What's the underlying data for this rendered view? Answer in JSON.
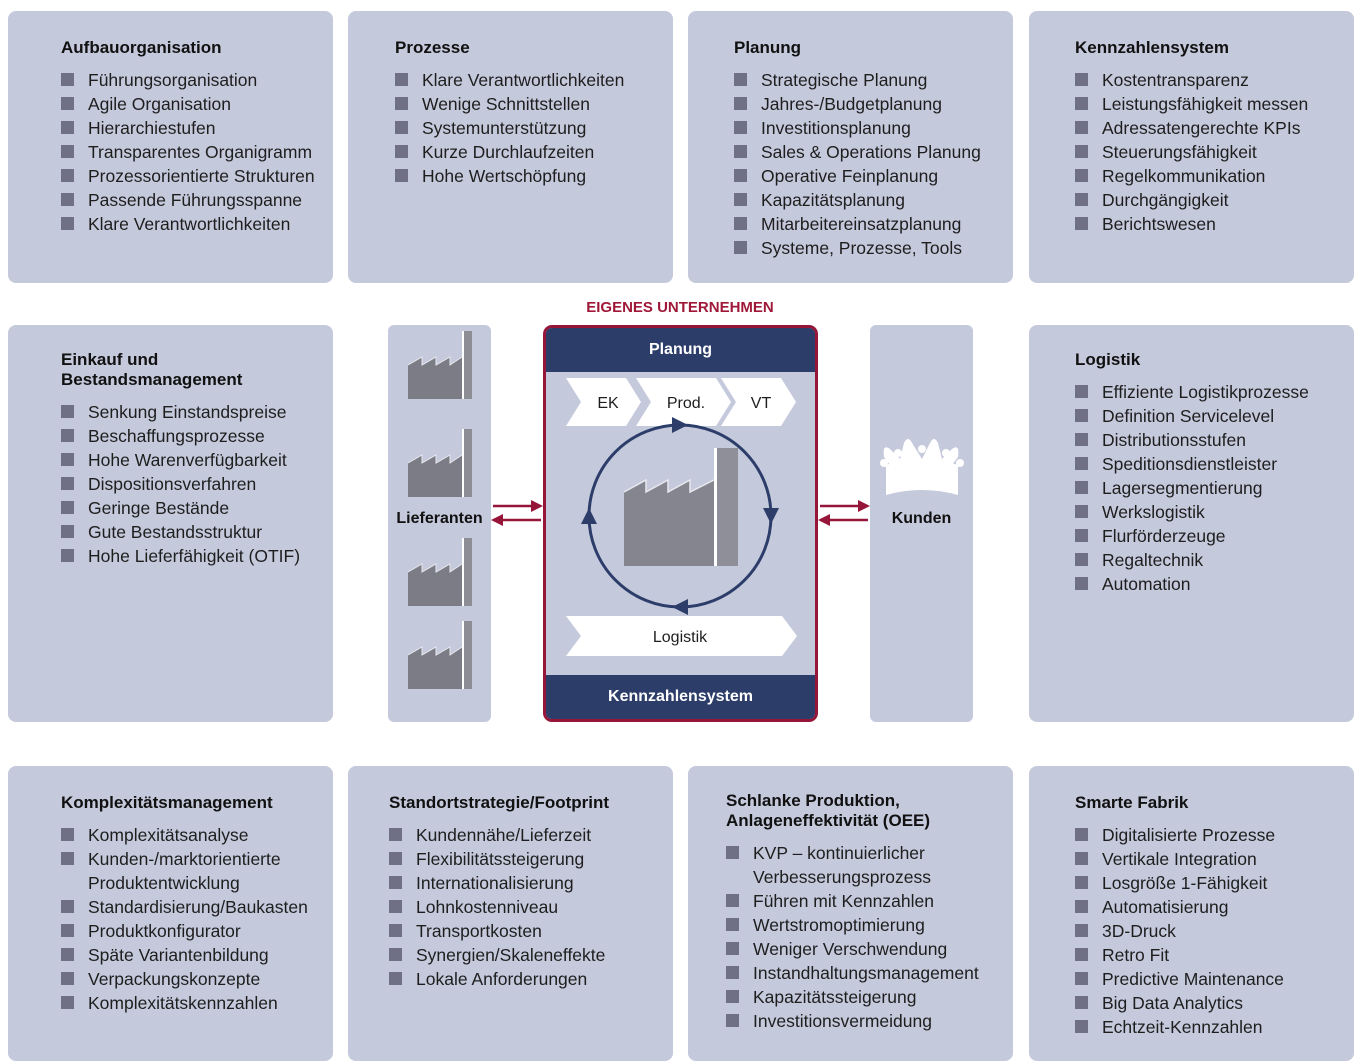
{
  "boxes": {
    "aufbau": {
      "title": "Aufbauorganisation",
      "items": [
        "Führungsorganisation",
        "Agile Organisation",
        "Hierarchiestufen",
        "Transparentes Organigramm",
        "Prozessorientierte Strukturen",
        "Passende Führungsspanne",
        "Klare Verantwortlichkeiten"
      ]
    },
    "prozesse": {
      "title": "Prozesse",
      "items": [
        "Klare Verantwortlichkeiten",
        "Wenige Schnittstellen",
        "Systemunterstützung",
        "Kurze Durchlaufzeiten",
        "Hohe Wertschöpfung"
      ]
    },
    "planung": {
      "title": "Planung",
      "items": [
        "Strategische Planung",
        "Jahres-/Budgetplanung",
        "Investitionsplanung",
        "Sales & Operations Planung",
        "Operative Feinplanung",
        "Kapazitätsplanung",
        "Mitarbeitereinsatzplanung",
        "Systeme, Prozesse, Tools"
      ]
    },
    "kennzahlen": {
      "title": "Kennzahlensystem",
      "items": [
        "Kostentransparenz",
        "Leistungsfähigkeit messen",
        "Adressatengerechte KPIs",
        "Steuerungsfähigkeit",
        "Regelkommunikation",
        "Durchgängigkeit",
        "Berichtswesen"
      ]
    },
    "einkauf": {
      "title_line1": "Einkauf und",
      "title_line2": "Bestandsmanagement",
      "items": [
        "Senkung Einstandspreise",
        "Beschaffungsprozesse",
        "Hohe Warenverfügbarkeit",
        "Dispositionsverfahren",
        "Geringe Bestände",
        "Gute Bestandsstruktur",
        "Hohe Lieferfähigkeit (OTIF)"
      ]
    },
    "logistik": {
      "title": "Logistik",
      "items": [
        "Effiziente Logistikprozesse",
        "Definition Servicelevel",
        "Distributionsstufen",
        "Speditionsdienstleister",
        "Lagersegmentierung",
        "Werkslogistik",
        "Flurförderzeuge",
        "Regaltechnik",
        "Automation"
      ]
    },
    "komplex": {
      "title": "Komplexitätsmanagement",
      "items": [
        "Komplexitätsanalyse",
        "Kunden-/marktorientierte",
        "Produktentwicklung",
        "Standardisierung/Baukasten",
        "Produktkonfigurator",
        "Späte Variantenbildung",
        "Verpackungskonzepte",
        "Komplexitätskennzahlen"
      ]
    },
    "standort": {
      "title": "Standortstrategie/Footprint",
      "items": [
        "Kundennähe/Lieferzeit",
        "Flexibilitätssteigerung",
        "Internationalisierung",
        "Lohnkostenniveau",
        "Transportkosten",
        "Synergien/Skaleneffekte",
        "Lokale Anforderungen"
      ]
    },
    "schlank": {
      "title_line1": "Schlanke Produktion,",
      "title_line2": "Anlageneffektivität (OEE)",
      "items": [
        "KVP – kontinuierlicher",
        "Verbesserungsprozess",
        "Führen mit Kennzahlen",
        "Wertstromoptimierung",
        "Weniger Verschwendung",
        "Instandhaltungsmanagement",
        "Kapazitätssteigerung",
        "Investitionsvermeidung"
      ]
    },
    "smart": {
      "title": "Smarte Fabrik",
      "items": [
        "Digitalisierte Prozesse",
        "Vertikale Integration",
        "Losgröße 1-Fähigkeit",
        "Automatisierung",
        "3D-Druck",
        "Retro Fit",
        "Predictive Maintenance",
        "Big Data Analytics",
        "Echtzeit-Kennzahlen"
      ]
    }
  },
  "center": {
    "title": "EIGENES UNTERNEHMEN",
    "top_bar": "Planung",
    "bottom_bar": "Kennzahlensystem",
    "chevrons": [
      "EK",
      "Prod.",
      "VT"
    ],
    "logistics_arrow": "Logistik",
    "suppliers_label": "Lieferanten",
    "customers_label": "Kunden"
  },
  "colors": {
    "box": "#c5c9dc",
    "bullet": "#6f6f86",
    "navy": "#2d3d6a",
    "accent": "#96163a"
  }
}
